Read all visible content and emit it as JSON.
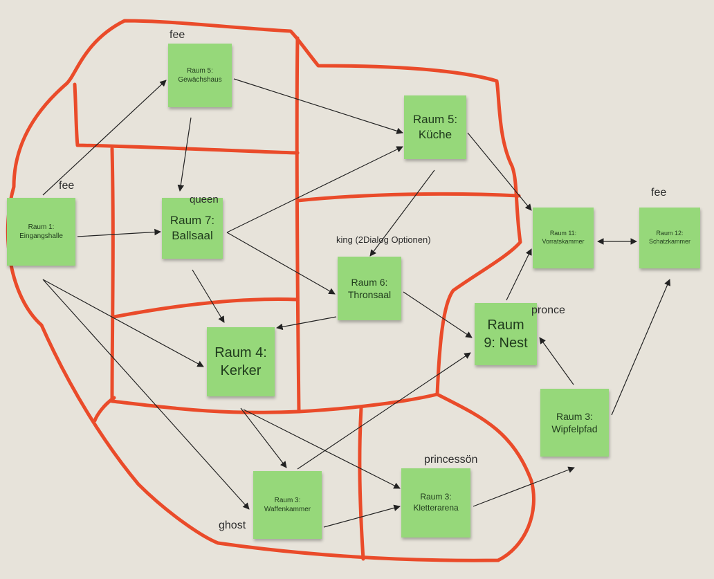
{
  "colors": {
    "background": "#e7e3da",
    "sticky_note": "#96d87a",
    "region_outline": "#ea4b2a",
    "arrow": "#222222"
  },
  "rooms": {
    "eingangshalle": "Raum 1:\nEingangshalle",
    "gewaechshaus": "Raum 5:\nGewächshaus",
    "kueche": "Raum 5:\nKüche",
    "ballsaal": "Raum 7:\nBallsaal",
    "thronsaal": "Raum 6:\nThronsaal",
    "kerker": "Raum 4:\nKerker",
    "vorratskammer": "Raum 11:\nVorratskammer",
    "schatzkammer": "Raum 12:\nSchatzkammer",
    "nest": "Raum\n9: Nest",
    "wipfelpfad": "Raum 3:\nWipfelpfad",
    "waffenkammer": "Raum 3:\nWaffenkammer",
    "kletterarena": "Raum 3:\nKletterarena"
  },
  "labels": {
    "fee_top": "fee",
    "fee_left": "fee",
    "fee_right": "fee",
    "queen": "queen",
    "king": "king (2Dialog Optionen)",
    "pronce": "pronce",
    "princesson": "princessön",
    "ghost": "ghost"
  }
}
